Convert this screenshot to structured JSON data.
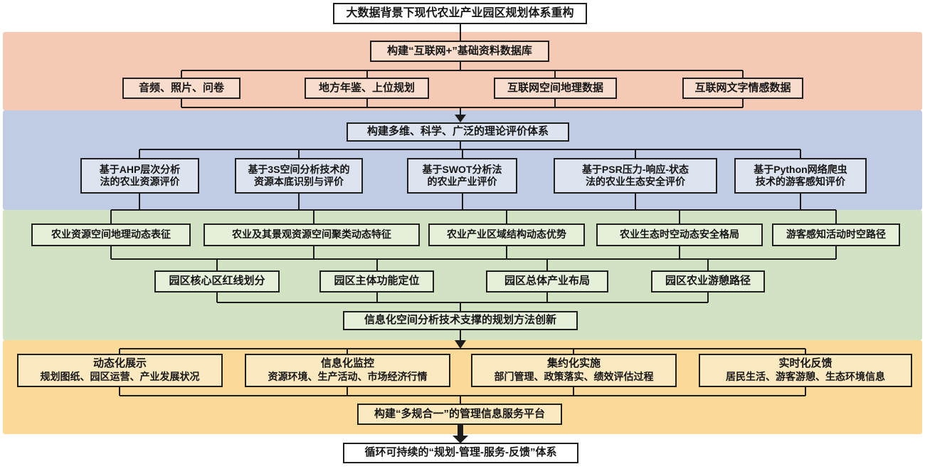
{
  "title": "大数据背景下现代农业产业园区规划体系重构",
  "colors": {
    "pink_band": "#f5c9b3",
    "blue_band": "#c0cce3",
    "green_band": "#d2e3c4",
    "orange_band": "#fbd997",
    "line": "#1c1c1c"
  },
  "pink": {
    "header": "构建“互联网+”基础资料数据库",
    "items": [
      "音频、照片、问卷",
      "地方年鉴、上位规划",
      "互联网空间地理数据",
      "互联网文字情感数据"
    ]
  },
  "blue": {
    "header": "构建多维、科学、广泛的理论评价体系",
    "items": [
      "基于AHP层次分析\n法的农业资源评价",
      "基于3S空间分析技术的\n资源本底识别与评价",
      "基于SWOT分析法\n的农业产业评价",
      "基于PSR压力-响应-状态\n法的农业生态安全评价",
      "基于Python网络爬虫\n技术的游客感知评价"
    ]
  },
  "green": {
    "row1": [
      "农业资源空间地理动态表征",
      "农业及其景观资源空间聚类动态特征",
      "农业产业区域结构动态优势",
      "农业生态时空动态安全格局",
      "游客感知活动时空路径"
    ],
    "row2": [
      "园区核心区红线划分",
      "园区主体功能定位",
      "园区总体产业布局",
      "园区农业游憩路径"
    ],
    "header": "信息化空间分析技术支撑的规划方法创新"
  },
  "orange": {
    "items": [
      {
        "title": "动态化展示",
        "desc": "规划图纸、园区运营、产业发展状况"
      },
      {
        "title": "信息化监控",
        "desc": "资源环境、生产活动、市场经济行情"
      },
      {
        "title": "集约化实施",
        "desc": "部门管理、政策落实、绩效评估过程"
      },
      {
        "title": "实时化反馈",
        "desc": "居民生活、游客游憩、生态环境信息"
      }
    ],
    "header": "构建“多规合一”的管理信息服务平台"
  },
  "footer": "循环可持续的“规划-管理-服务-反馈”体系"
}
